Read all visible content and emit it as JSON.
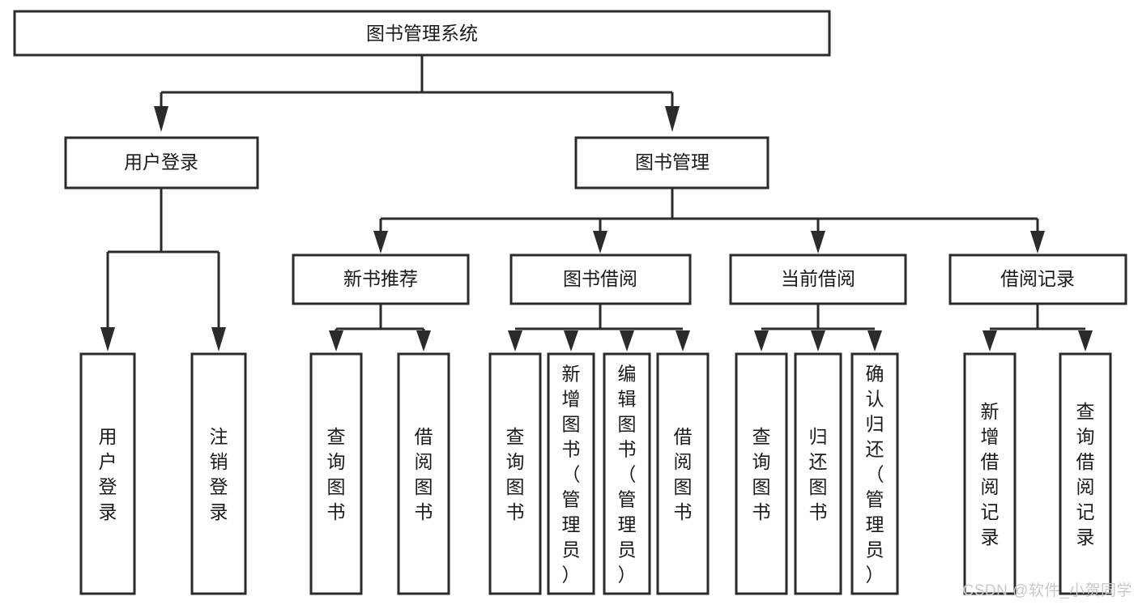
{
  "diagram": {
    "title": "图书管理系统",
    "type": "tree-hierarchy-chart",
    "colors": {
      "stroke": "#2b2b2b",
      "box_fill": "#ffffff",
      "text": "#1a1a1a",
      "background": "#ffffff",
      "watermark": "#c9c9c9"
    },
    "root": {
      "label": "图书管理系统"
    },
    "level2": [
      {
        "label": "用户登录"
      },
      {
        "label": "图书管理"
      }
    ],
    "level3": [
      {
        "label": "新书推荐"
      },
      {
        "label": "图书借阅"
      },
      {
        "label": "当前借阅"
      },
      {
        "label": "借阅记录"
      }
    ],
    "leaves": {
      "user_login": [
        {
          "lines": [
            "用",
            "户",
            "登",
            "录"
          ]
        },
        {
          "lines": [
            "注",
            "销",
            "登",
            "录"
          ]
        }
      ],
      "new_book_recommend": [
        {
          "lines": [
            "查",
            "询",
            "图",
            "书"
          ]
        },
        {
          "lines": [
            "借",
            "阅",
            "图",
            "书"
          ]
        }
      ],
      "book_borrow": [
        {
          "lines": [
            "查",
            "询",
            "图",
            "书"
          ]
        },
        {
          "lines": [
            "新",
            "增",
            "图",
            "书",
            "（",
            "管",
            "理",
            "员",
            "）"
          ]
        },
        {
          "lines": [
            "编",
            "辑",
            "图",
            "书",
            "（",
            "管",
            "理",
            "员",
            "）"
          ]
        },
        {
          "lines": [
            "借",
            "阅",
            "图",
            "书"
          ]
        }
      ],
      "current_borrow": [
        {
          "lines": [
            "查",
            "询",
            "图",
            "书"
          ]
        },
        {
          "lines": [
            "归",
            "还",
            "图",
            "书"
          ]
        },
        {
          "lines": [
            "确",
            "认",
            "归",
            "还",
            "（",
            "管",
            "理",
            "员",
            "）"
          ]
        }
      ],
      "borrow_record": [
        {
          "lines": [
            "新",
            "增",
            "借",
            "阅",
            "记",
            "录"
          ]
        },
        {
          "lines": [
            "查",
            "询",
            "借",
            "阅",
            "记",
            "录"
          ]
        }
      ]
    },
    "watermark": "CSDN @软件_小贺同学"
  }
}
